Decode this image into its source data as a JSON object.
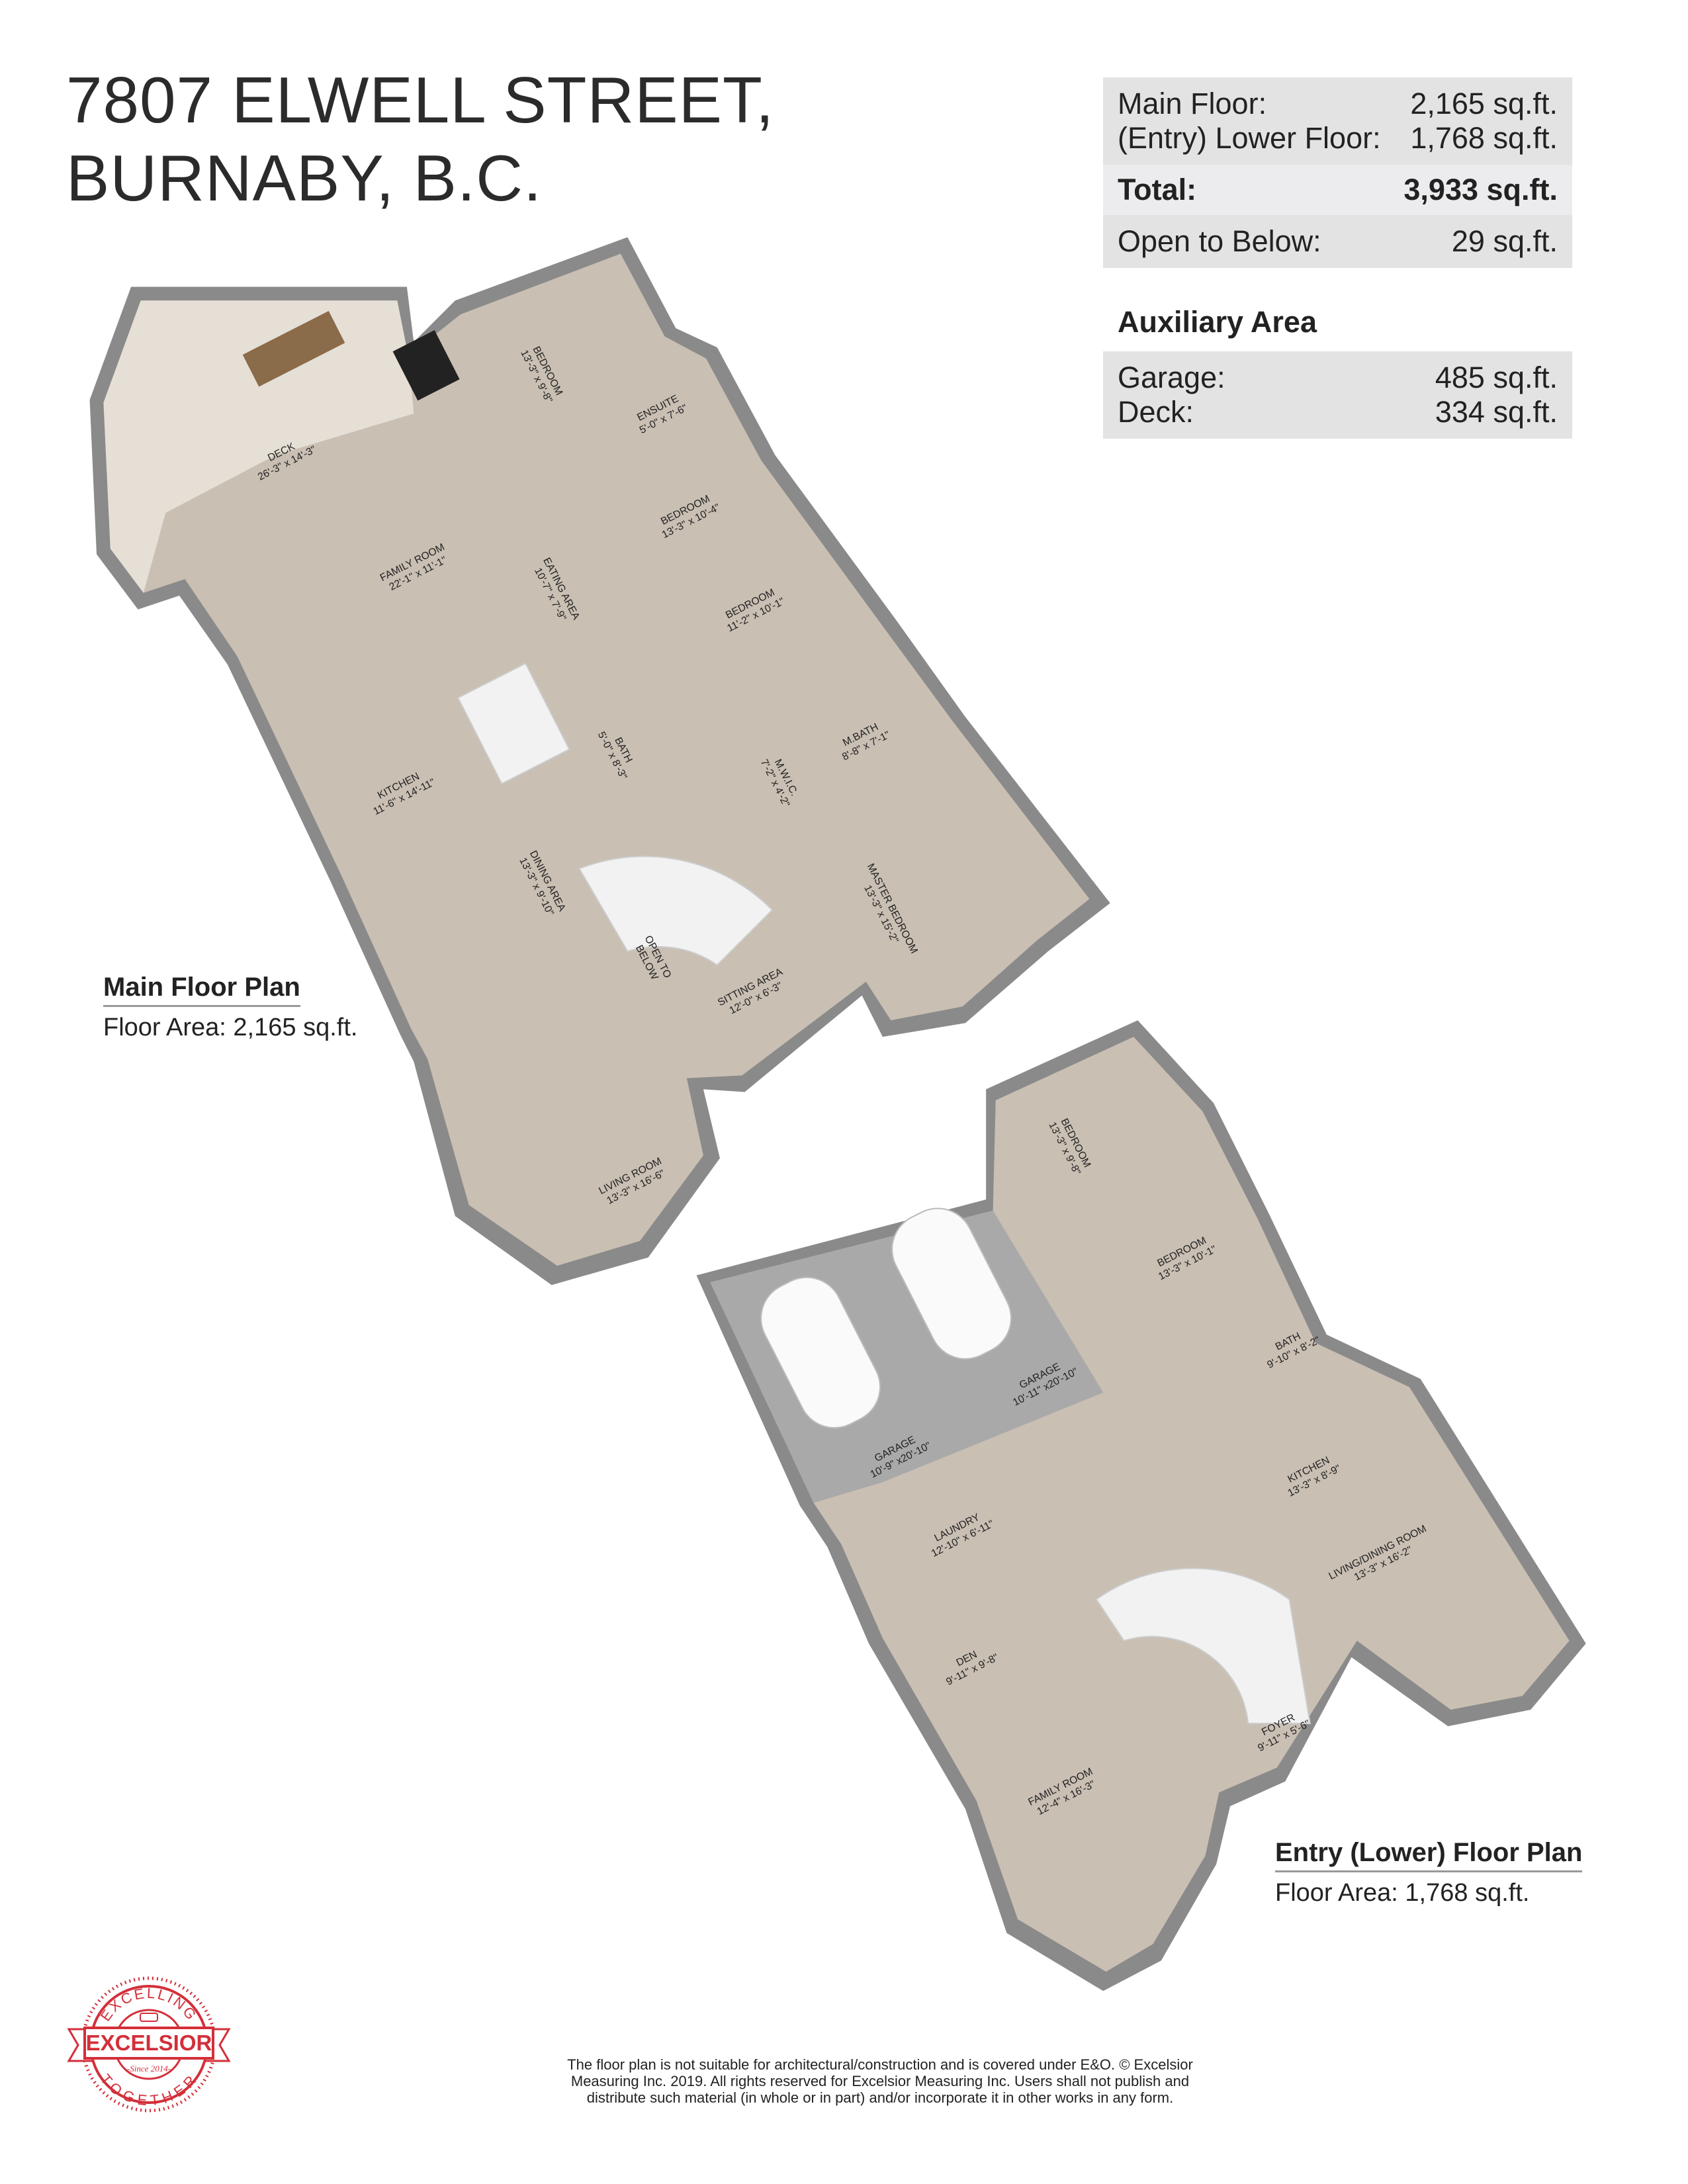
{
  "header": {
    "title_line1": "7807 ELWELL STREET,",
    "title_line2": "BURNABY, B.C."
  },
  "areas": {
    "main_floor": {
      "label": "Main Floor:",
      "value": "2,165 sq.ft."
    },
    "lower_floor": {
      "label": "(Entry) Lower Floor:",
      "value": "1,768 sq.ft."
    },
    "total": {
      "label": "Total:",
      "value": "3,933 sq.ft."
    },
    "open_to_below": {
      "label": "Open to Below:",
      "value": "29 sq.ft."
    },
    "auxiliary_heading": "Auxiliary Area",
    "garage": {
      "label": "Garage:",
      "value": "485 sq.ft."
    },
    "deck": {
      "label": "Deck:",
      "value": "334 sq.ft."
    }
  },
  "main_plan": {
    "heading": "Main Floor Plan",
    "floor_area": "Floor Area: 2,165 sq.ft.",
    "rooms": [
      {
        "name": "DECK",
        "dims": "26'-3\" x 14'-3\""
      },
      {
        "name": "FAMILY ROOM",
        "dims": "22'-1\" x 11'-1\""
      },
      {
        "name": "EATING AREA",
        "dims": "10'-7\" x 7'-9\""
      },
      {
        "name": "BEDROOM",
        "dims": "13'-3\" x 9'-8\""
      },
      {
        "name": "ENSUITE",
        "dims": "5'-0\" x 7'-6\""
      },
      {
        "name": "BEDROOM",
        "dims": "13'-3\" x 10'-4\""
      },
      {
        "name": "BEDROOM",
        "dims": "11'-2\" x 10'-1\""
      },
      {
        "name": "KITCHEN",
        "dims": "11'-6\" x 14'-11\""
      },
      {
        "name": "BATH",
        "dims": "5'-0\" x 8'-3\""
      },
      {
        "name": "M.W.I.C.",
        "dims": "7'-2\" x 4'-2\""
      },
      {
        "name": "M.BATH",
        "dims": "8'-8\" x 7'-1\""
      },
      {
        "name": "DINING AREA",
        "dims": "13'-3\" x 9'-10\""
      },
      {
        "name": "OPEN TO",
        "dims": "BELOW"
      },
      {
        "name": "MASTER BEDROOM",
        "dims": "13'-3\" x 15'-2\""
      },
      {
        "name": "SITTING AREA",
        "dims": "12'-0\" x 6'-3\""
      },
      {
        "name": "LIVING ROOM",
        "dims": "13'-3\" x 16'-6\""
      }
    ]
  },
  "lower_plan": {
    "heading": "Entry (Lower) Floor Plan",
    "floor_area": "Floor Area: 1,768 sq.ft.",
    "rooms": [
      {
        "name": "BEDROOM",
        "dims": "13'-3\" x 9'-8\""
      },
      {
        "name": "BEDROOM",
        "dims": "13'-3\" x 10'-1\""
      },
      {
        "name": "BATH",
        "dims": "9'-10\" x 8'-2\""
      },
      {
        "name": "GARAGE",
        "dims": "10'-11\" x20'-10\""
      },
      {
        "name": "GARAGE",
        "dims": "10'-9\" x20'-10\""
      },
      {
        "name": "KITCHEN",
        "dims": "13'-3\" x 8'-9\""
      },
      {
        "name": "LIVING/DINING ROOM",
        "dims": "13'-3\" x 16'-2\""
      },
      {
        "name": "LAUNDRY",
        "dims": "12'-10\" x 6'-11\""
      },
      {
        "name": "DEN",
        "dims": "9'-11\" x 9'-8\""
      },
      {
        "name": "FOYER",
        "dims": "9'-11\" x 5'-6\""
      },
      {
        "name": "FAMILY ROOM",
        "dims": "12'-4\" x 16'-3\""
      }
    ]
  },
  "logo": {
    "top_text": "EXCELLING",
    "name": "EXCELSIOR",
    "since": "-Since 2014-",
    "bottom_text": "TOGETHER"
  },
  "disclaimer": {
    "line1": "The floor plan is not suitable for architectural/construction and is covered under E&O. © Excelsior",
    "line2": "Measuring Inc. 2019. All rights reserved for Excelsior Measuring Inc. Users shall not publish and",
    "line3": "distribute such material (in whole or in part) and/or incorporate it in other works in any form."
  },
  "colors": {
    "floor": "#c9bfb3",
    "wall": "#8a8a8a",
    "garage_floor": "#a9a9a9",
    "table_bg": "#e3e3e3",
    "logo_red": "#d32f3a"
  }
}
